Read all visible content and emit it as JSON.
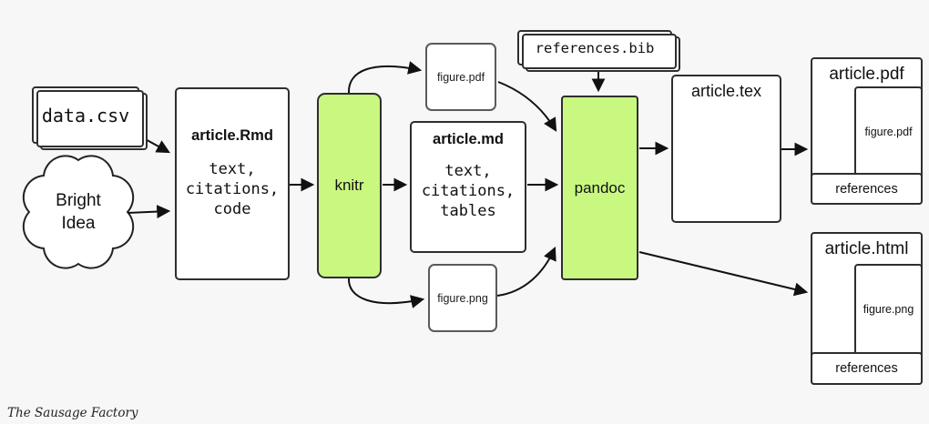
{
  "colors": {
    "background": "#f7f7f7",
    "process_green": "#c9f880",
    "border_dark": "#2e2e2e",
    "arrow": "#111111"
  },
  "caption": "The Sausage Factory",
  "nodes": {
    "data_csv": {
      "label": "data.csv"
    },
    "bright_idea": {
      "label": "Bright\nIdea"
    },
    "article_rmd": {
      "title": "article.Rmd",
      "body": "text,\ncitations,\ncode"
    },
    "knitr": {
      "label": "knitr"
    },
    "figure_pdf": {
      "label": "figure.pdf"
    },
    "article_md": {
      "title": "article.md",
      "body": "text,\ncitations,\ntables"
    },
    "figure_png": {
      "label": "figure.png"
    },
    "references_bib": {
      "label": "references.bib"
    },
    "pandoc": {
      "label": "pandoc"
    },
    "article_tex": {
      "title": "article.tex"
    },
    "article_pdf": {
      "title": "article.pdf",
      "figure": "figure.pdf",
      "footer": "references"
    },
    "article_html": {
      "title": "article.html",
      "figure": "figure.png",
      "footer": "references"
    }
  }
}
